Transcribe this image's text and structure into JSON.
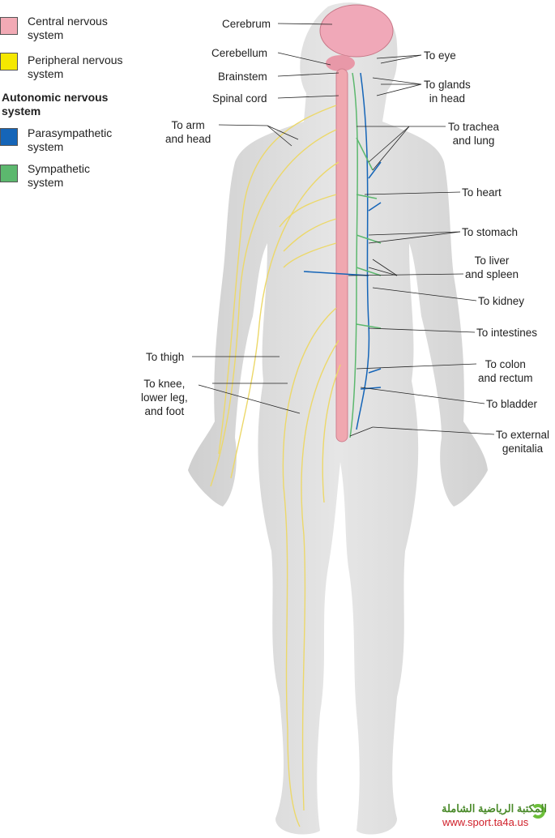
{
  "legend": {
    "items": [
      {
        "label": "Central nervous system",
        "line1": "Central nervous",
        "line2": "system",
        "color": "#f2aab5"
      },
      {
        "label": "Peripheral nervous system",
        "line1": "Peripheral nervous",
        "line2": "system",
        "color": "#f5e800"
      },
      {
        "label": "Parasympathetic system",
        "line1": "Parasympathetic",
        "line2": "system",
        "color": "#1565b8"
      },
      {
        "label": "Sympathetic system",
        "line1": "Sympathetic",
        "line2": "system",
        "color": "#5cb86e"
      }
    ],
    "heading_line1": "Autonomic nervous",
    "heading_line2": "system"
  },
  "labels": {
    "cerebrum": "Cerebrum",
    "cerebellum": "Cerebellum",
    "brainstem": "Brainstem",
    "spinal_cord": "Spinal cord",
    "arm_head": [
      "To arm",
      "and head"
    ],
    "thigh": "To thigh",
    "knee": [
      "To knee,",
      "lower leg,",
      "and foot"
    ],
    "eye": "To eye",
    "glands": [
      "To glands",
      "in head"
    ],
    "trachea": [
      "To trachea",
      "and lung"
    ],
    "heart": "To heart",
    "stomach": "To stomach",
    "liver": [
      "To liver",
      "and spleen"
    ],
    "kidney": "To kidney",
    "intestines": "To intestines",
    "colon": [
      "To colon",
      "and rectum"
    ],
    "bladder": "To bladder",
    "genitalia": [
      "To external",
      "genitalia"
    ]
  },
  "watermark": {
    "arabic": "المكتبة الرياضية الشاملة",
    "url": "www.sport.ta4a.us"
  }
}
